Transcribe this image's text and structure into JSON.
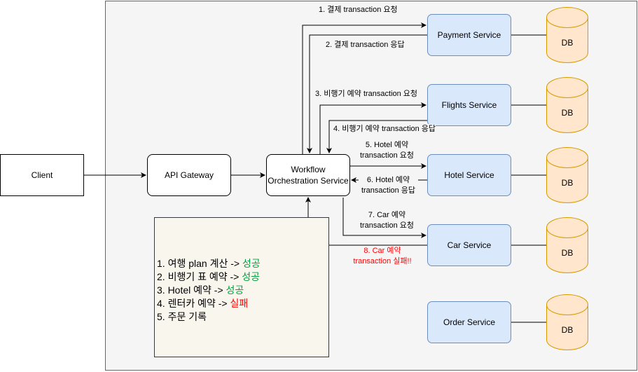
{
  "nodes": {
    "client": "Client",
    "gateway": "API Gateway",
    "orchestrator_line1": "Workflow",
    "orchestrator_line2": "Orchestration Service",
    "payment": "Payment Service",
    "flights": "Flights Service",
    "hotel": "Hotel Service",
    "car": "Car Service",
    "order": "Order Service"
  },
  "db_label": "DB",
  "edge_labels": {
    "e1": "1. 결제 transaction 요청",
    "e2": "2. 결제 transaction 응답",
    "e3": "3. 비행기 예약 transaction 요청",
    "e4": "4. 비행기 예약 transaction 응답",
    "e5_line1": "5. Hotel 예약",
    "e5_line2": "transaction 요청",
    "e6_line1": "6. Hotel 예약",
    "e6_line2": "transaction 응답",
    "e7_line1": "7. Car 예약",
    "e7_line2": "transaction 요청",
    "e8_line1": "8. Car 예약",
    "e8_line2": "transaction 실패!!"
  },
  "steps": [
    {
      "text": "1. 여행 plan 계산 -> ",
      "status": "성공"
    },
    {
      "text": "2. 비행기 표 예약 -> ",
      "status": "성공"
    },
    {
      "text": "3. Hotel 예약 -> ",
      "status": "성공"
    },
    {
      "text": "4. 렌터카 예약 -> ",
      "status": "실패"
    },
    {
      "text": "5. 주문 기록",
      "status": ""
    }
  ],
  "colors": {
    "service_fill": "#dae8fc",
    "service_stroke": "#6c8ebf",
    "db_fill": "#ffe6cc",
    "db_stroke": "#d79b00",
    "success": "#00a040",
    "failure": "#ff0000"
  }
}
